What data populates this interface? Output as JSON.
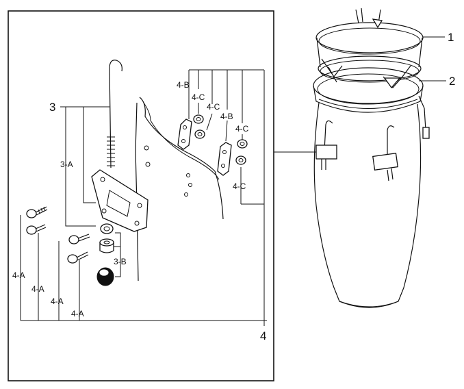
{
  "diagram": {
    "callouts": {
      "rim": "1",
      "head": "2",
      "bracket_assembly": "3",
      "hardware_kit": "4"
    },
    "part_labels": {
      "hook_rod": "3-A",
      "nut": "3-B",
      "screw_1": "4-A",
      "screw_2": "4-A",
      "screw_3": "4-A",
      "screw_4": "4-A",
      "strap_1": "4-B",
      "strap_2": "4-B",
      "washer_1": "4-C",
      "washer_2": "4-C",
      "washer_3": "4-C",
      "washer_4": "4-C"
    }
  }
}
